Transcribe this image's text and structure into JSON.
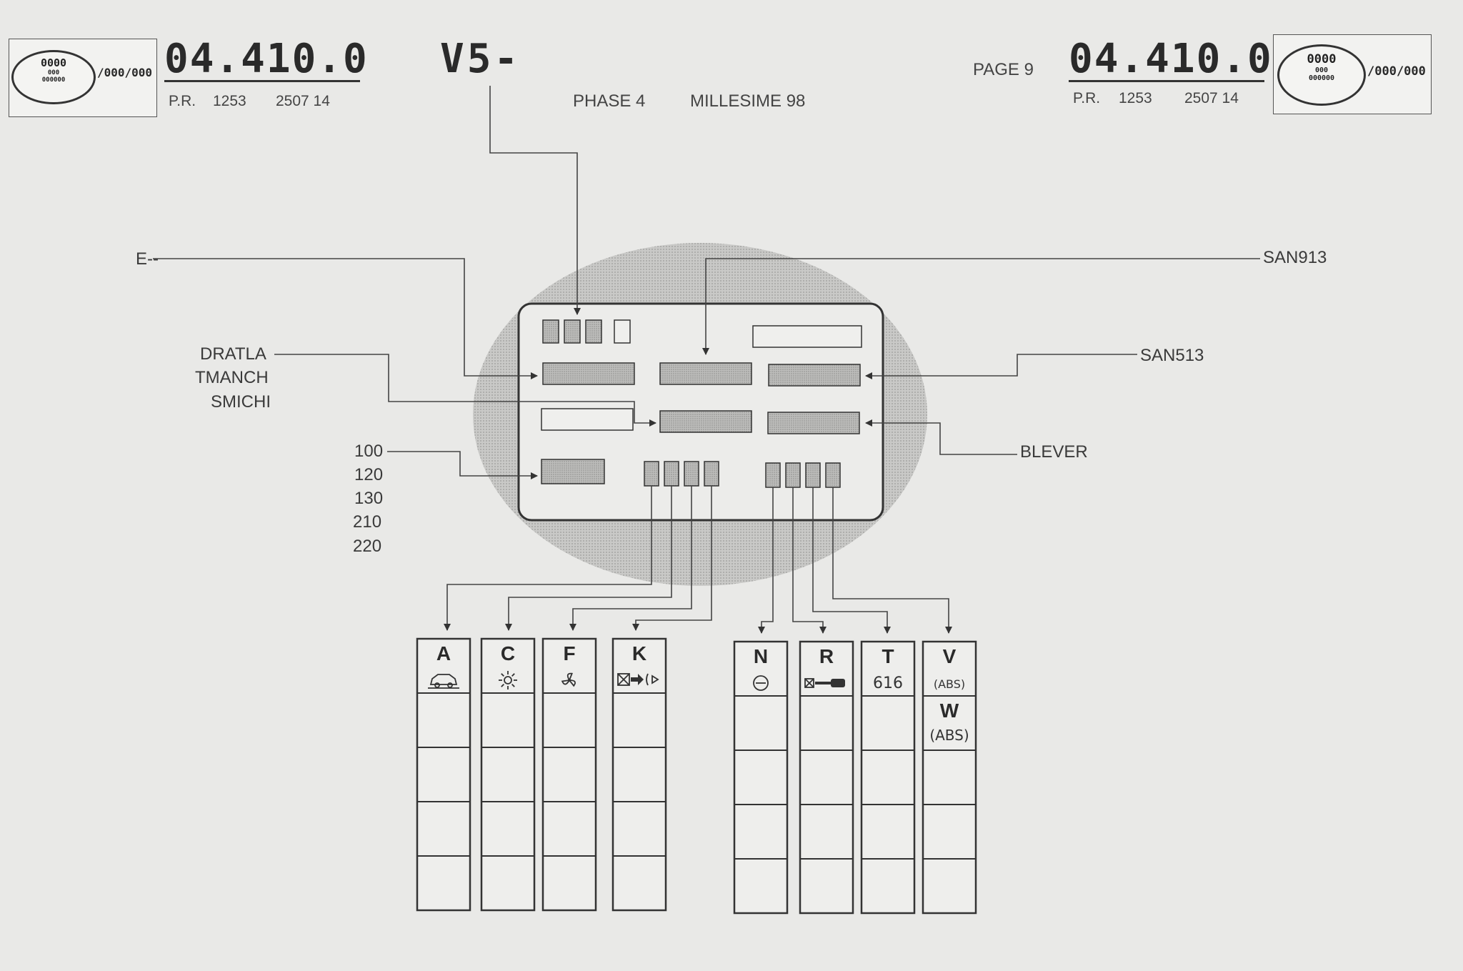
{
  "header": {
    "left": {
      "stamp_top": "0000",
      "stamp_mid": "000",
      "stamp_bottom": "000000",
      "stamp_suffix": "/000/000",
      "code": "04.410.0",
      "pr_label": "P.R.",
      "pr_num": "1253",
      "pr_ref": "2507 14"
    },
    "model": "V5-",
    "phase": "PHASE  4",
    "millesime": "MILLESIME  98",
    "page": "PAGE 9",
    "right": {
      "stamp_top": "0000",
      "stamp_mid": "000",
      "stamp_bottom": "000000",
      "stamp_suffix": "/000/000",
      "code": "04.410.0",
      "pr_label": "P.R.",
      "pr_num": "1253",
      "pr_ref": "2507 14"
    }
  },
  "labels": {
    "e": "E--",
    "dratla": "DRATLA",
    "tmanch": "TMANCH",
    "smichi": "SMICHI",
    "codes": [
      "100",
      "120",
      "130",
      "210",
      "220"
    ],
    "san913": "SAN913",
    "san513": "SAN513",
    "blever": "BLEVER"
  },
  "columns": [
    {
      "letter": "A",
      "icon": "car-icon"
    },
    {
      "letter": "C",
      "icon": "sun-icon"
    },
    {
      "letter": "F",
      "icon": "fan-icon"
    },
    {
      "letter": "K",
      "icon": "lock-arrow-icon"
    },
    {
      "letter": "N",
      "icon": "circle-minus-icon"
    },
    {
      "letter": "R",
      "icon": "box-shaft-icon"
    },
    {
      "letter": "T",
      "icon": "gear-arrows-icon",
      "icon_text": "616"
    },
    {
      "letter": "V",
      "icon": "abs-box-icon",
      "icon_text": "(ABS)",
      "sub_letter": "W",
      "sub_text": "(ABS)"
    }
  ],
  "colors": {
    "ink": "#333333",
    "paper": "#e9e9e7",
    "shade": "#bdbdbd"
  }
}
